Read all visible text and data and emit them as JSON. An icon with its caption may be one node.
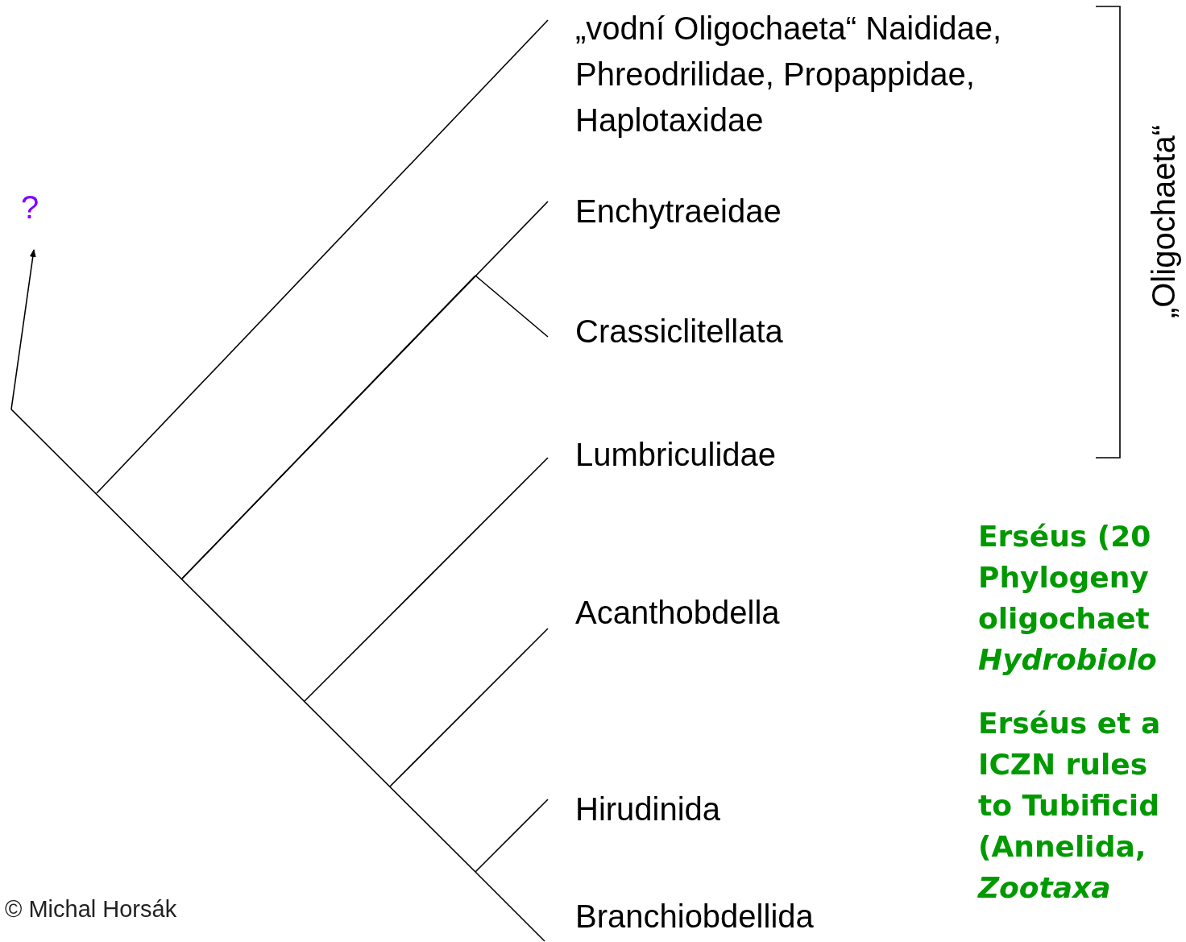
{
  "diagram": {
    "nodes": [
      {
        "text": [
          "?"
        ]
      },
      {
        "text": [
          "„vodní Oligochaeta“ Naididae, Phreodrilidae, Propappidae, Haplotaxidae"
        ]
      },
      {
        "text": [
          "Enchytraeidae"
        ]
      },
      {
        "text": [
          "Crassiclitellata"
        ]
      },
      {
        "text": [
          "Lumbriculidae"
        ]
      },
      {
        "text": [
          "Acanthobdella"
        ]
      },
      {
        "text": [
          "Hirudinida"
        ]
      },
      {
        "text": [
          "Branchiobdellida"
        ]
      }
    ],
    "edges": [
      {
        "from": null,
        "to": 0,
        "arrow": "to"
      },
      {
        "from": null,
        "to": 1,
        "arrow": "none"
      },
      {
        "from": null,
        "to": 2,
        "arrow": "none"
      },
      {
        "from": null,
        "to": 3,
        "arrow": "none"
      },
      {
        "from": null,
        "to": 4,
        "arrow": "none"
      },
      {
        "from": null,
        "to": 5,
        "arrow": "none"
      },
      {
        "from": null,
        "to": 6,
        "arrow": "none"
      },
      {
        "from": null,
        "to": 7,
        "arrow": "none"
      }
    ],
    "labels": [
      "„Oligochaeta“",
      "Erséus (20 Phylogeny oligochaet *Hydrobiolo*",
      "Erséus et a ICZN rules to Tubificid (Annelida, *Zootaxa*",
      "© Michal Horsák"
    ]
  }
}
